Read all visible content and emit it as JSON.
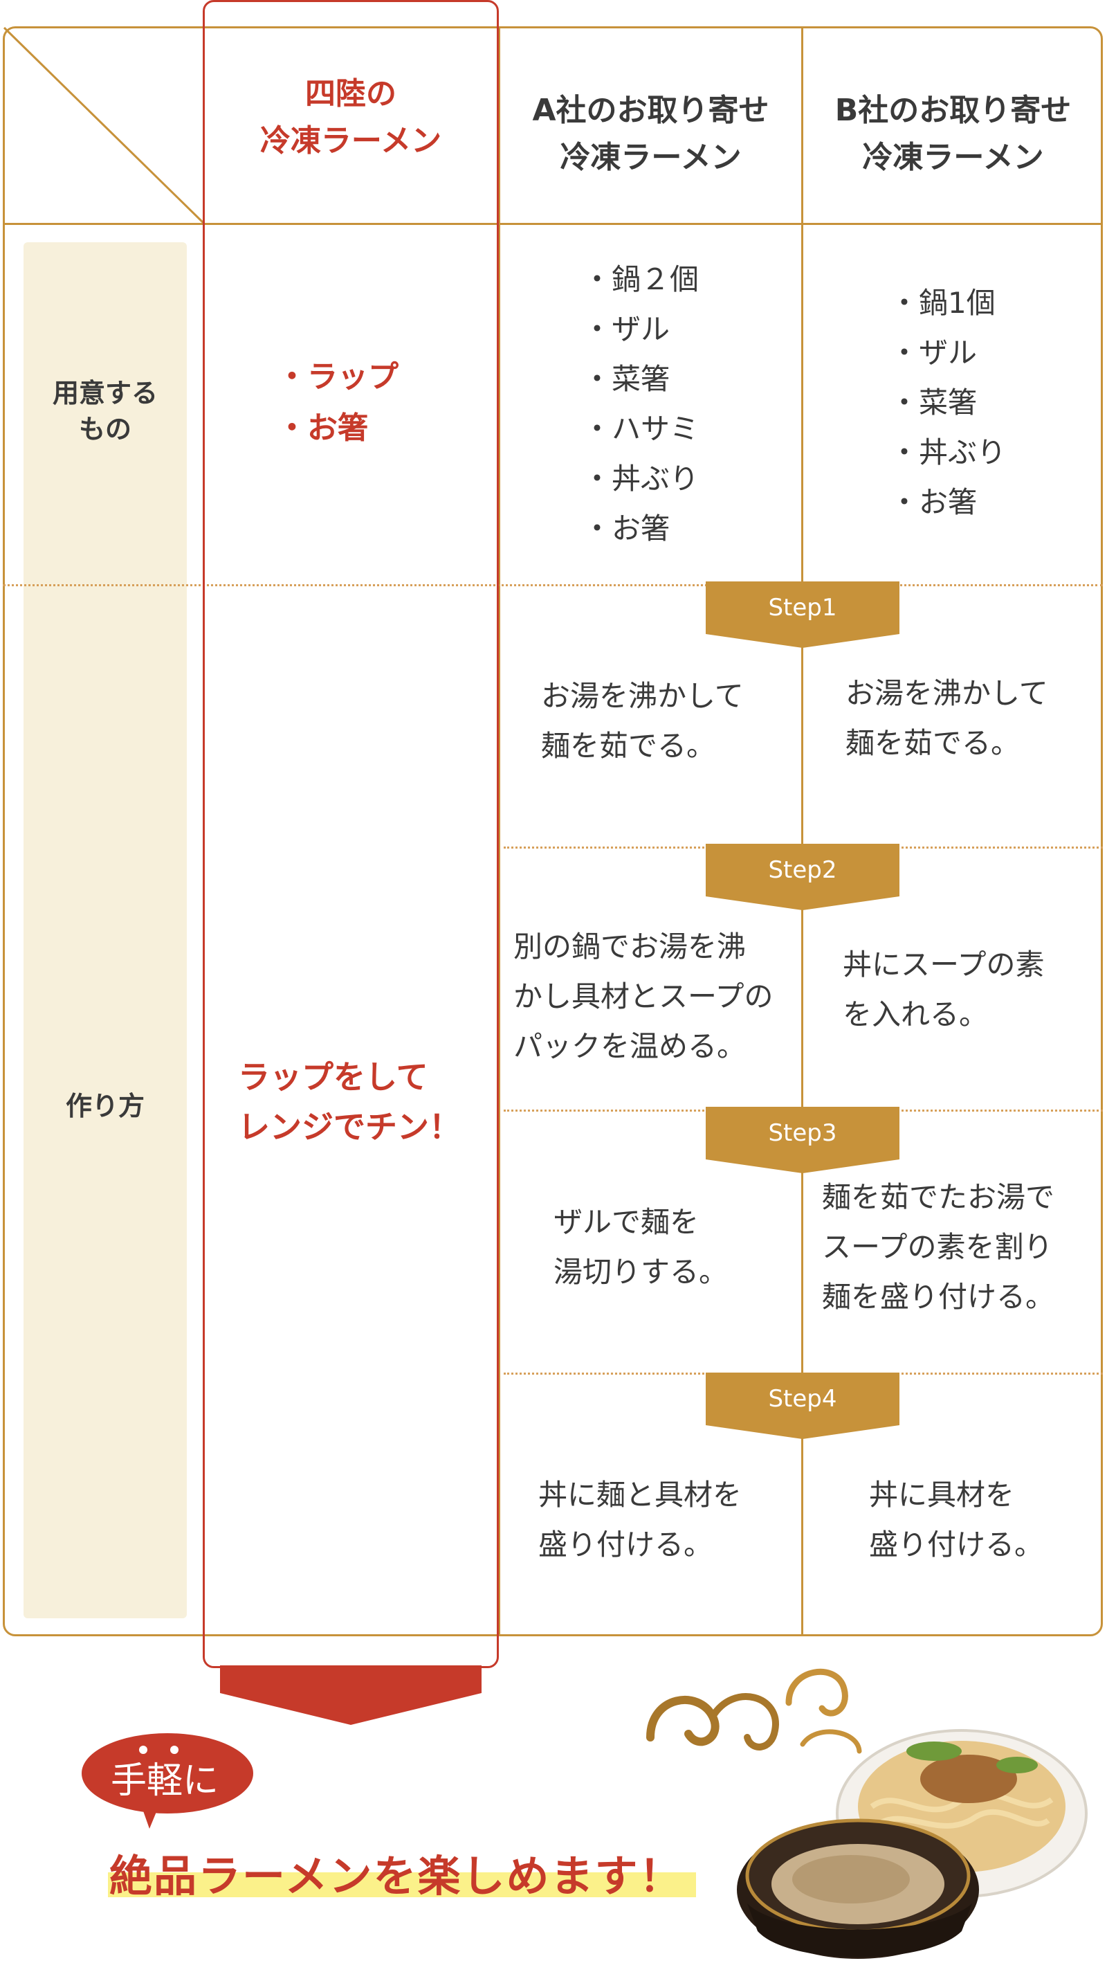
{
  "colors": {
    "accent_red": "#c63a2a",
    "gold": "#c7923a",
    "side_bg": "#f7f0db",
    "highlight": "#fbf18a"
  },
  "header": {
    "col_hl": [
      "四陸の",
      "冷凍ラーメン"
    ],
    "col_a": [
      "A社のお取り寄せ",
      "冷凍ラーメン"
    ],
    "col_b": [
      "B社のお取り寄せ",
      "冷凍ラーメン"
    ]
  },
  "rows": {
    "prep_label": [
      "用意する",
      "もの"
    ],
    "method_label": "作り方"
  },
  "prep": {
    "hl": [
      "・ラップ",
      "・お箸"
    ],
    "a": [
      "・鍋２個",
      "・ザル",
      "・菜箸",
      "・ハサミ",
      "・丼ぶり",
      "・お箸"
    ],
    "b": [
      "・鍋1個",
      "・ザル",
      "・菜箸",
      "・丼ぶり",
      "・お箸"
    ]
  },
  "method_hl": [
    "ラップをして",
    "レンジでチン！"
  ],
  "steps": [
    {
      "label": "Step1",
      "a": [
        "お湯を沸かして",
        "麺を茹でる。"
      ],
      "b": [
        "お湯を沸かして",
        "麺を茹でる。"
      ]
    },
    {
      "label": "Step2",
      "a": [
        "別の鍋でお湯を沸",
        "かし具材とスープの",
        "パックを温める。"
      ],
      "b": [
        "丼にスープの素",
        "を入れる。"
      ]
    },
    {
      "label": "Step3",
      "a": [
        "ザルで麺を",
        "湯切りする。"
      ],
      "b": [
        "麺を茹でたお湯で",
        "スープの素を割り",
        "麺を盛り付ける。"
      ]
    },
    {
      "label": "Step4",
      "a": [
        "丼に麺と具材を",
        "盛り付ける。"
      ],
      "b": [
        "丼に具材を",
        "盛り付ける。"
      ]
    }
  ],
  "footer": {
    "bubble": "手軽に",
    "slogan": "絶品ラーメンを楽しめます！"
  }
}
